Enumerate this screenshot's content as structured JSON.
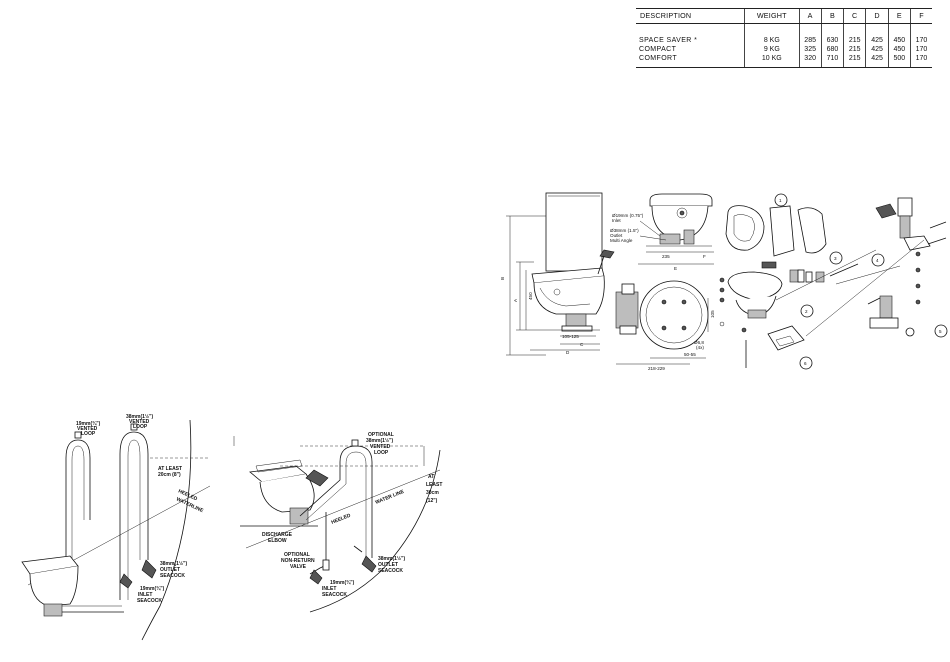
{
  "spec_table": {
    "headers": [
      "DESCRIPTION",
      "WEIGHT",
      "A",
      "B",
      "C",
      "D",
      "E",
      "F"
    ],
    "rows": [
      [
        "SPACE SAVER *",
        "8 KG",
        "285",
        "630",
        "215",
        "425",
        "450",
        "170"
      ],
      [
        "COMPACT",
        "9 KG",
        "325",
        "680",
        "215",
        "425",
        "450",
        "170"
      ],
      [
        "COMFORT",
        "10 KG",
        "320",
        "710",
        "215",
        "425",
        "500",
        "170"
      ]
    ]
  },
  "dimension_drawing": {
    "dim_B": "B",
    "dim_A": "A",
    "dim_450": "450",
    "dim_105_125": "105-125",
    "dim_C": "C",
    "dim_D": "D",
    "inlet_note_1": "Ø19mm (0.75\")",
    "inlet_note_2": "Inlet",
    "outlet_note_1": "Ø38mm (1.5\")",
    "outlet_note_2": "Outlet",
    "outlet_note_3": "Multi Angle",
    "dim_235": "235",
    "dim_F": "F",
    "dim_E": "E",
    "dim_105": "105",
    "dim_hole_1": "Ø6,8",
    "dim_hole_2": "(4x)",
    "dim_218_229": "218-229",
    "dim_50_55": "50-55"
  },
  "exploded_view": {
    "callouts": [
      "1",
      "2",
      "3",
      "4",
      "5",
      "6"
    ]
  },
  "install_left": {
    "vent_small_1": "19mm(¾\")",
    "vent_small_2": "VENTED",
    "vent_small_3": "LOOP",
    "vent_large_1": "38mm(1½\")",
    "vent_large_2": "VENTED",
    "vent_large_3": "LOOP",
    "atleast_1": "AT LEAST",
    "atleast_2": "20cm (8\")",
    "heeled_1": "HEELED",
    "heeled_2": "WATERLINE",
    "outlet_1": "38mm(1½\")",
    "outlet_2": "OUTLET",
    "outlet_3": "SEACOCK",
    "inlet_1": "19mm(¾\")",
    "inlet_2": "INLET",
    "inlet_3": "SEACOCK"
  },
  "install_right": {
    "optional_1": "OPTIONAL",
    "optional_2": "38mm(1½\")",
    "optional_3": "VENTED",
    "optional_4": "LOOP",
    "atleast_1": "AT",
    "atleast_2": "LEAST",
    "atleast_3": "30cm",
    "atleast_4": "(12\")",
    "waterline": "WATER LINE",
    "heeled": "HEELED",
    "discharge_1": "DISCHARGE",
    "discharge_2": "ELBOW",
    "nrv_1": "OPTIONAL",
    "nrv_2": "NON-RETURN",
    "nrv_3": "VALVE",
    "outlet_1": "38mm(1½\")",
    "outlet_2": "OUTLET",
    "outlet_3": "SEACOCK",
    "inlet_1": "19mm(¾\")",
    "inlet_2": "INLET",
    "inlet_3": "SEACOCK"
  }
}
